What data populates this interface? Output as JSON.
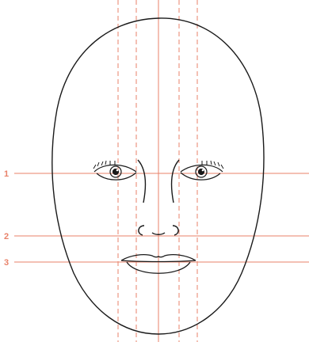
{
  "guides": {
    "color": "#e8826a",
    "line_numbers": [
      "1",
      "2",
      "3"
    ]
  },
  "drawing": {
    "stroke_color": "#1a1a1a"
  }
}
